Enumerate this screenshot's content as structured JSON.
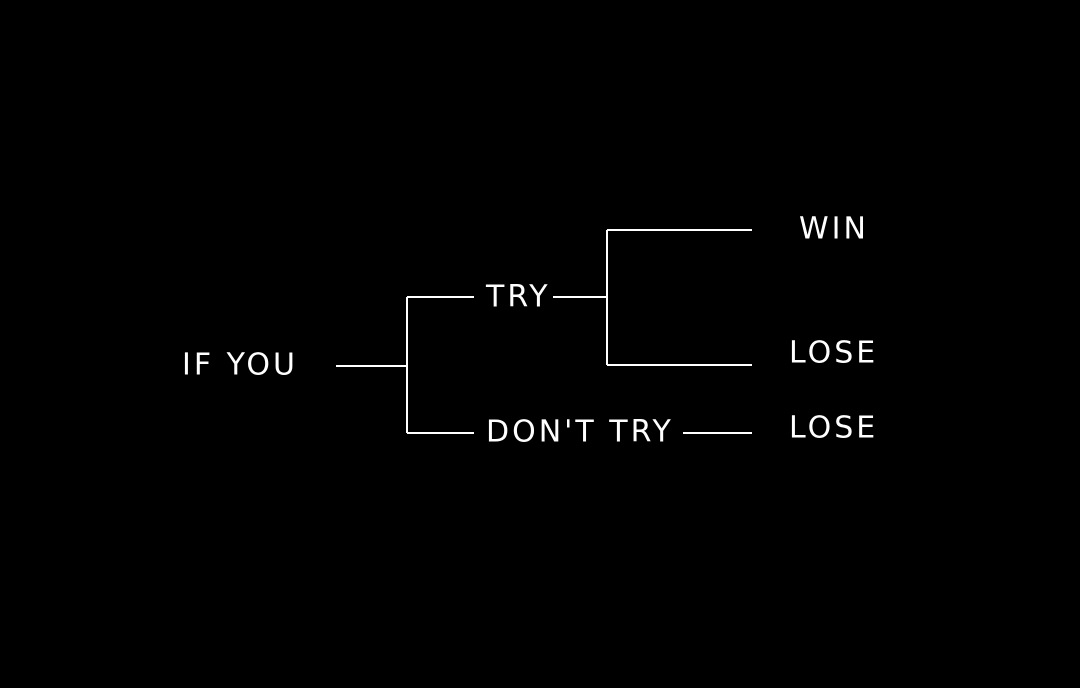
{
  "colors": {
    "background": "#000000",
    "foreground": "#ffffff"
  },
  "nodes": {
    "root": "IF YOU",
    "try": "TRY",
    "dont_try": "DON'T TRY",
    "try_win": "WIN",
    "try_lose": "LOSE",
    "dont_try_lose": "LOSE"
  }
}
